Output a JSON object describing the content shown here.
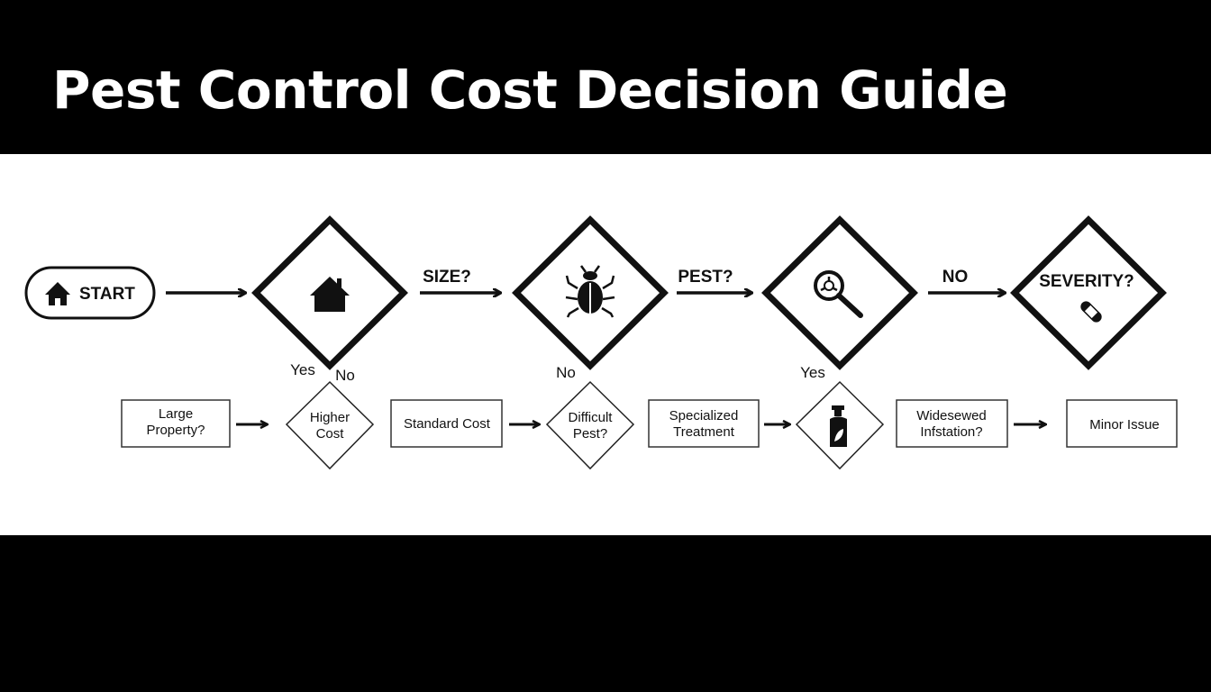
{
  "title": "Pest Control Cost Decision Guide",
  "start": {
    "label": "START",
    "icon": "home-icon"
  },
  "decisions": [
    {
      "icon": "house-icon"
    },
    {
      "icon": "bug-icon"
    },
    {
      "icon": "biohazard-magnifier-icon"
    },
    {
      "label": "SEVERITY?",
      "icon": "bandage-icon"
    }
  ],
  "edge_labels": {
    "size": "SIZE?",
    "pest": "PEST?",
    "no_top": "NO",
    "yes1": "Yes",
    "no1": "No",
    "no2": "No",
    "yes2": "Yes"
  },
  "bottom_row": {
    "large_property": [
      "Large",
      "Property?"
    ],
    "higher_cost": [
      "Higher",
      "Cost"
    ],
    "standard_cost": "Standard Cost",
    "difficult_pest": [
      "Difficult",
      "Pest?"
    ],
    "specialized_treatment": [
      "Specialized",
      "Treatment"
    ],
    "spray_icon": "spray-bottle-icon",
    "widespread": [
      "Widesewed",
      "Infstation?"
    ],
    "minor_issue": "Minor Issue"
  },
  "colors": {
    "background": "#000000",
    "canvas": "#ffffff",
    "ink": "#111111"
  }
}
